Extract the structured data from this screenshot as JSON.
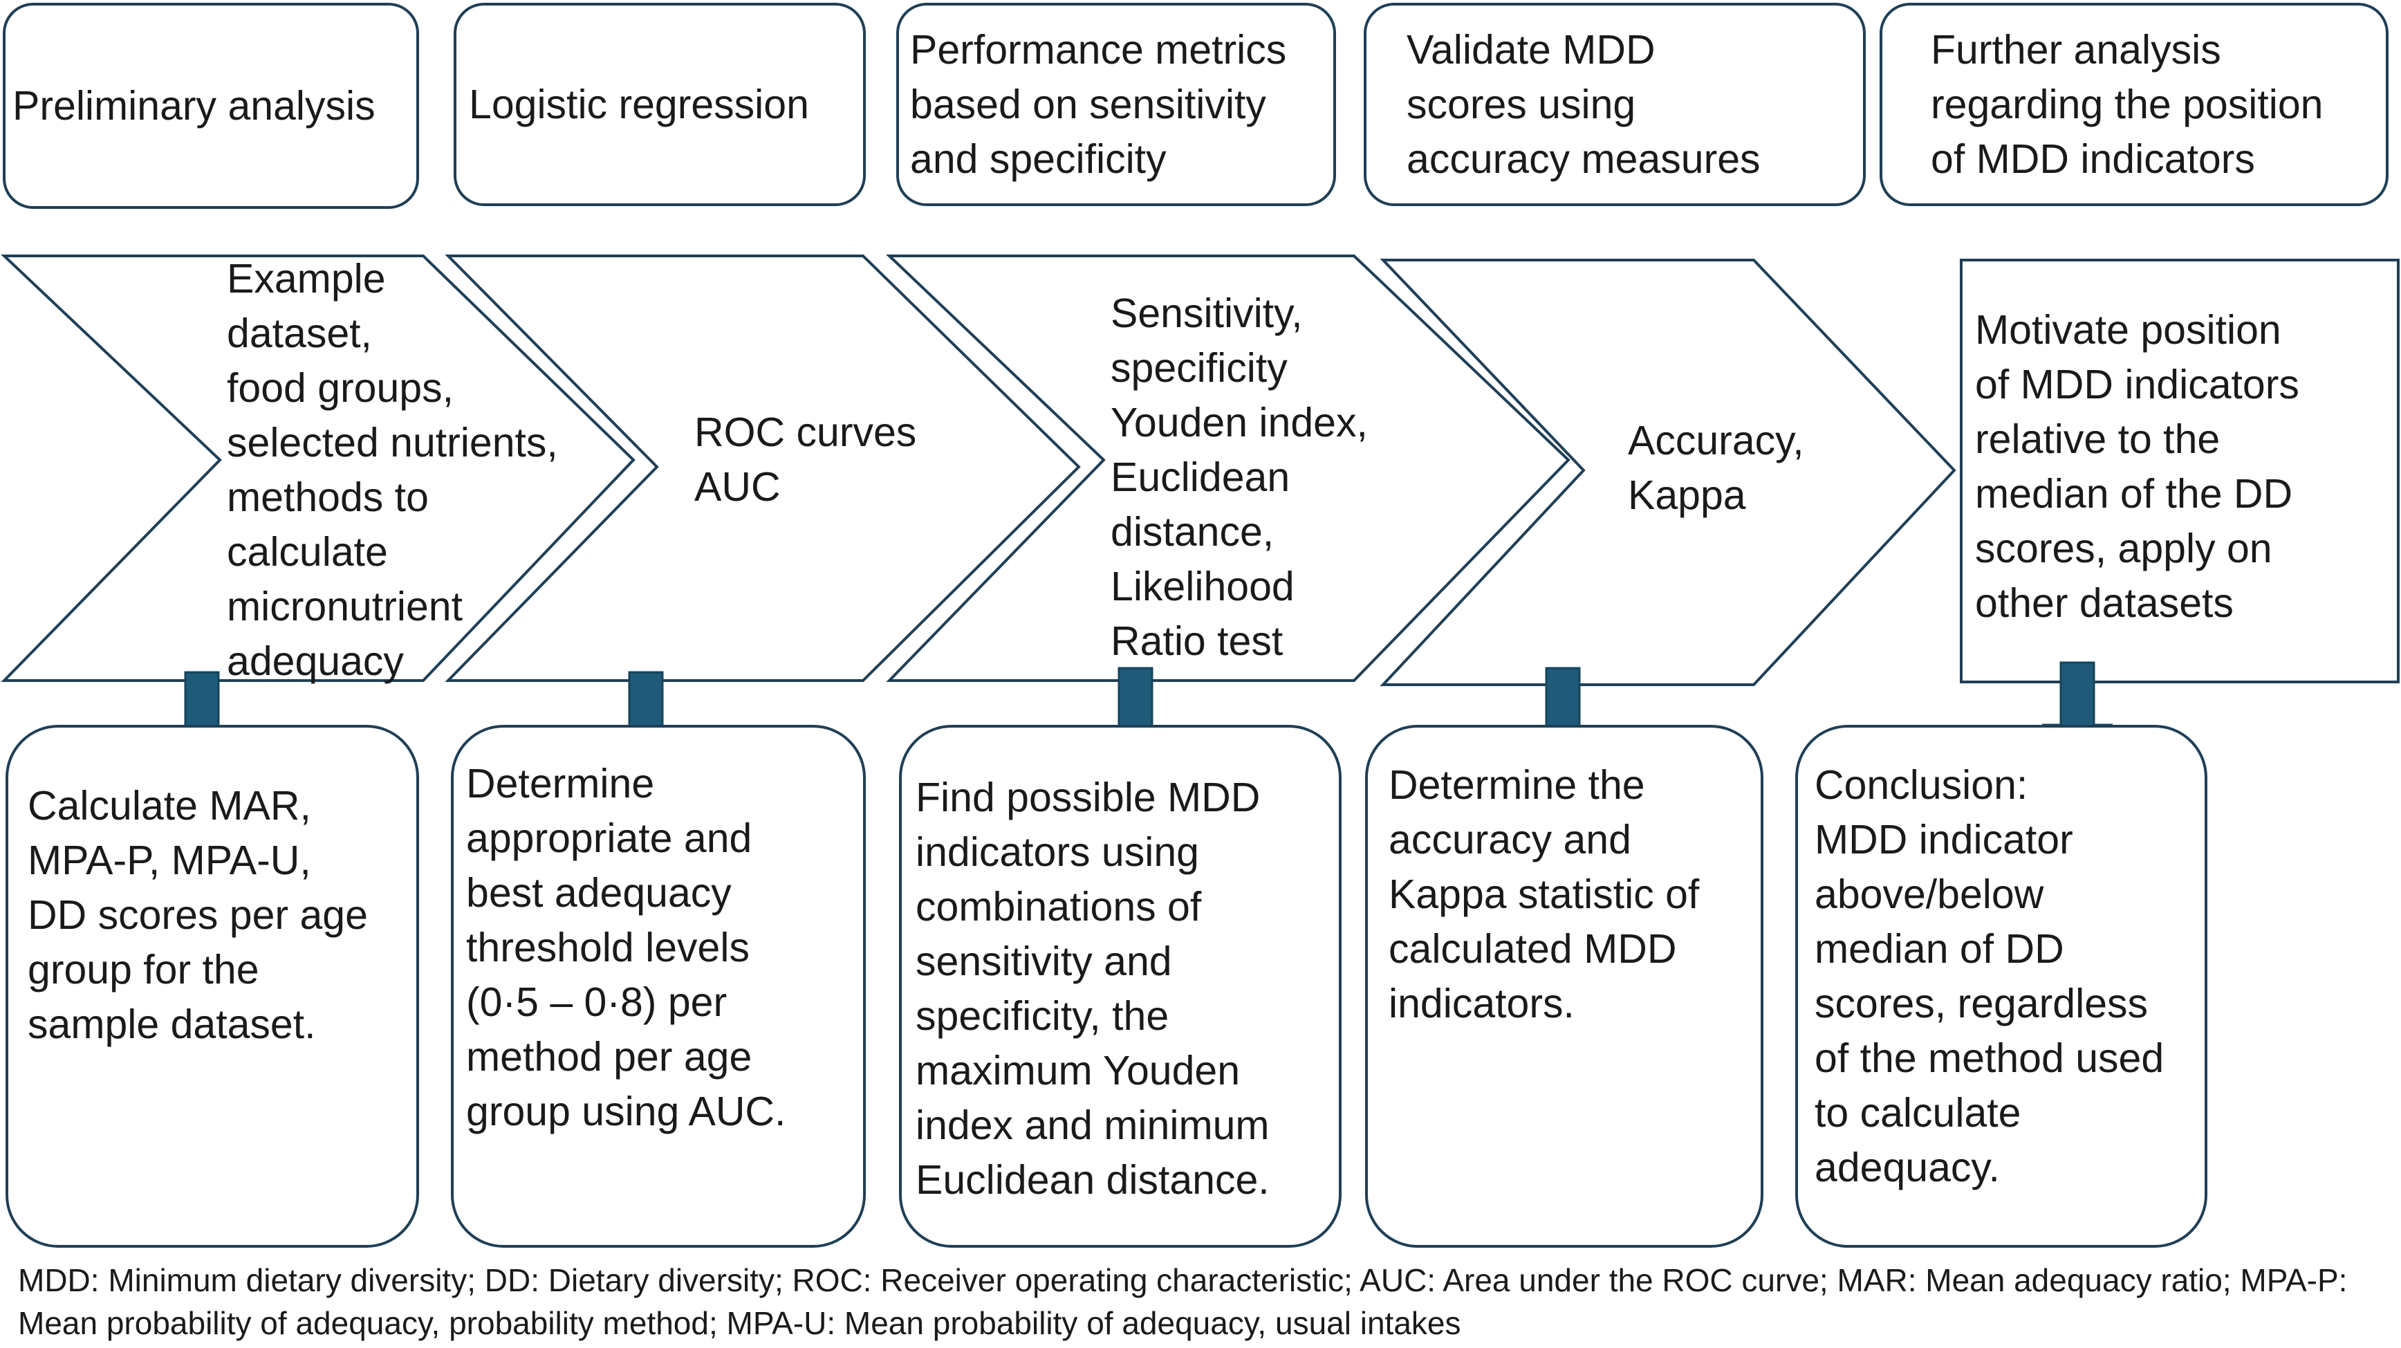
{
  "colors": {
    "stroke": "#1f3f57",
    "arrow": "#1f5a78",
    "text": "#1a1a1a"
  },
  "top_boxes": [
    "Preliminary analysis",
    "Logistic regression",
    "Performance metrics\nbased on sensitivity\nand specificity",
    "Validate MDD\nscores using\naccuracy measures",
    "Further analysis\nregarding the position\nof MDD indicators"
  ],
  "chevrons": [
    "Example\ndataset,\nfood groups,\nselected nutrients,\nmethods to\ncalculate\nmicronutrient\nadequacy",
    "ROC curves\nAUC",
    "Sensitivity,\nspecificity\nYouden index,\nEuclidean\ndistance,\nLikelihood\nRatio test",
    "Accuracy,\nKappa",
    "Motivate position\nof MDD indicators\nrelative to the\nmedian of the DD\nscores, apply on\nother datasets"
  ],
  "bottom_boxes": [
    "Calculate MAR,\nMPA-P, MPA-U,\nDD scores per age\ngroup for the\nsample dataset.",
    "Determine\nappropriate and\nbest  adequacy\nthreshold levels\n(0·5 – 0·8) per\nmethod per age\ngroup using AUC.",
    "Find possible MDD\nindicators using\ncombinations of\nsensitivity and\nspecificity, the\nmaximum Youden\nindex and minimum\nEuclidean distance.",
    "Determine the\naccuracy and\nKappa statistic of\ncalculated MDD\nindicators.",
    "Conclusion:\nMDD indicator\nabove/below\nmedian of DD\nscores,  regardless\nof the method used\nto calculate\nadequacy."
  ],
  "footnote": "MDD: Minimum dietary diversity; DD: Dietary diversity; ROC: Receiver operating characteristic; AUC: Area under the ROC curve; MAR: Mean adequacy ratio; MPA-P: Mean probability of adequacy, probability method; MPA-U: Mean probability of adequacy, usual intakes"
}
